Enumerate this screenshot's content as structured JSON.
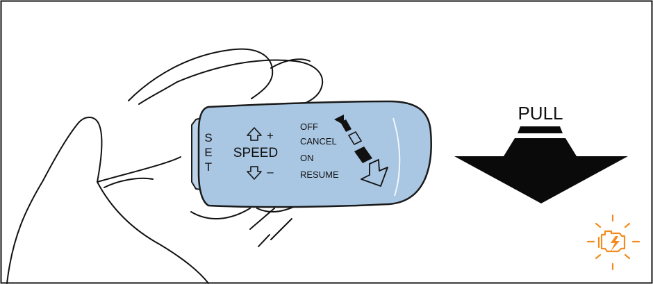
{
  "colors": {
    "frame": "#111111",
    "stalk_fill": "#a9c6e2",
    "stalk_edge": "#1a1a1a",
    "arrow_fill": "#0a0a0a",
    "warning": "#f28c1e"
  },
  "stalk": {
    "set_letters": [
      "S",
      "E",
      "T"
    ],
    "speed_label": "SPEED",
    "plus": "+",
    "minus": "–",
    "modes": [
      "OFF",
      "CANCEL",
      "ON",
      "RESUME"
    ]
  },
  "pull_label": "PULL",
  "icons": {
    "warning": "engine-warning-icon"
  }
}
